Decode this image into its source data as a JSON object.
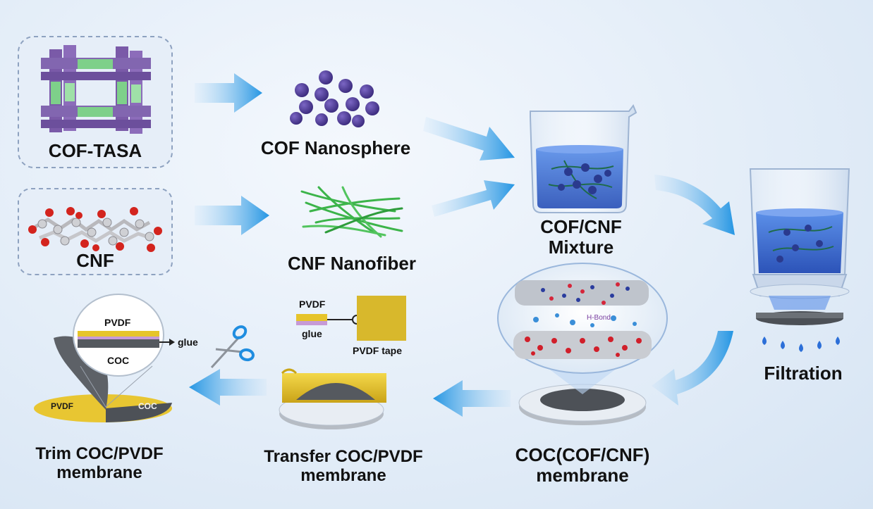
{
  "labels": {
    "cof_tasa": "COF-TASA",
    "cnf": "CNF",
    "cof_nanosphere": "COF Nanosphere",
    "cnf_nanofiber": "CNF Nanofiber",
    "mixture_line1": "COF/CNF",
    "mixture_line2": "Mixture",
    "filtration": "Filtration",
    "coc_membrane_line1": "COC(COF/CNF)",
    "coc_membrane_line2": "membrane",
    "transfer_line1": "Transfer COC/PVDF",
    "transfer_line2": "membrane",
    "trim_line1": "Trim COC/PVDF",
    "trim_line2": "membrane",
    "h_bond": "H-Bond",
    "tape_pvdf": "PVDF",
    "tape_glue": "glue",
    "pvdf_tape": "PVDF tape",
    "zoom_pvdf": "PVDF",
    "zoom_glue": "glue",
    "zoom_coc": "COC",
    "disk_pvdf": "PVDF",
    "disk_coc": "COC"
  },
  "colors": {
    "cof_purple": "#7a5aa8",
    "cof_green": "#7ed08a",
    "sphere": "#4a3a8e",
    "fiber": "#3cb44a",
    "liquid": "#3f6fd0",
    "pvdf_yellow": "#e6c42a",
    "coc_gray": "#55595f",
    "arrow_blue": "#2d9be6"
  }
}
